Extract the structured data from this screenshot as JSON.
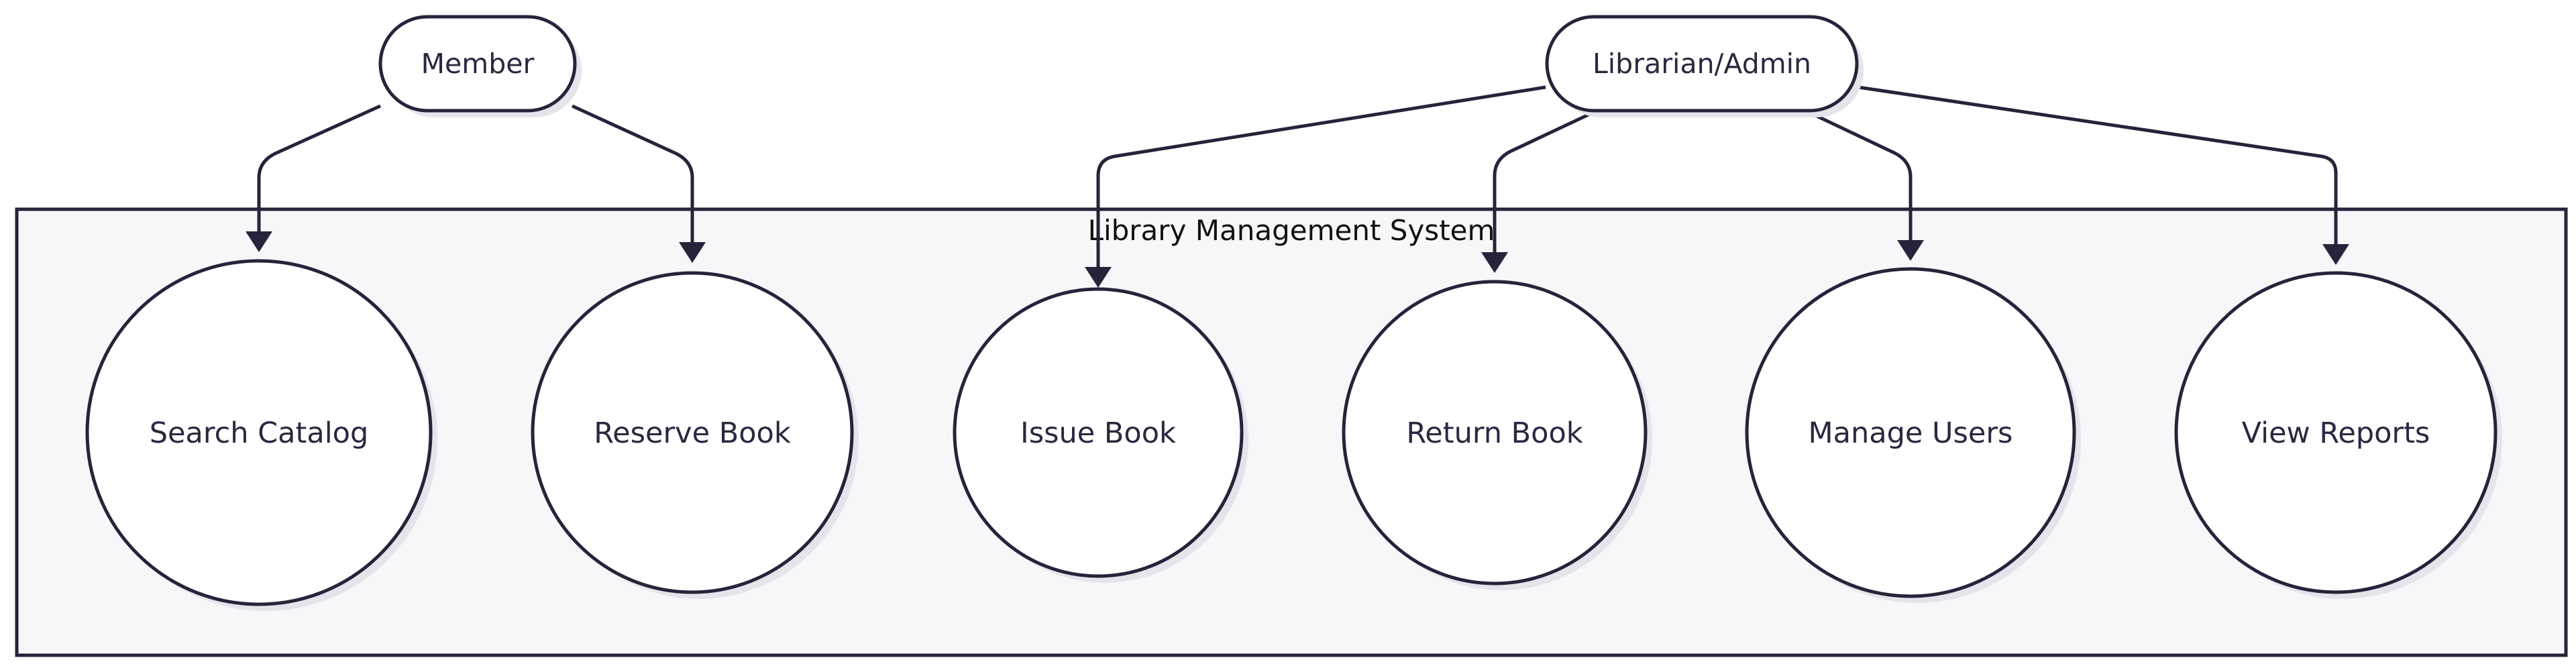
{
  "diagram": {
    "system_boundary": {
      "label": "Library Management System"
    },
    "actors": [
      {
        "id": "member",
        "label": "Member"
      },
      {
        "id": "librarian",
        "label": "Librarian/Admin"
      }
    ],
    "use_cases": [
      {
        "id": "search",
        "label": "Search Catalog"
      },
      {
        "id": "reserve",
        "label": "Reserve Book"
      },
      {
        "id": "issue",
        "label": "Issue Book"
      },
      {
        "id": "return",
        "label": "Return Book"
      },
      {
        "id": "manage",
        "label": "Manage Users"
      },
      {
        "id": "reports",
        "label": "View Reports"
      }
    ],
    "associations": [
      {
        "from": "member",
        "to": "search"
      },
      {
        "from": "member",
        "to": "reserve"
      },
      {
        "from": "librarian",
        "to": "issue"
      },
      {
        "from": "librarian",
        "to": "return"
      },
      {
        "from": "librarian",
        "to": "manage"
      },
      {
        "from": "librarian",
        "to": "reports"
      }
    ],
    "colors": {
      "stroke": "#26233a",
      "text": "#2a2840",
      "boundary_fill": "#f7f7fa",
      "node_fill": "#ffffff",
      "shadow": "#e4e4ea"
    }
  }
}
